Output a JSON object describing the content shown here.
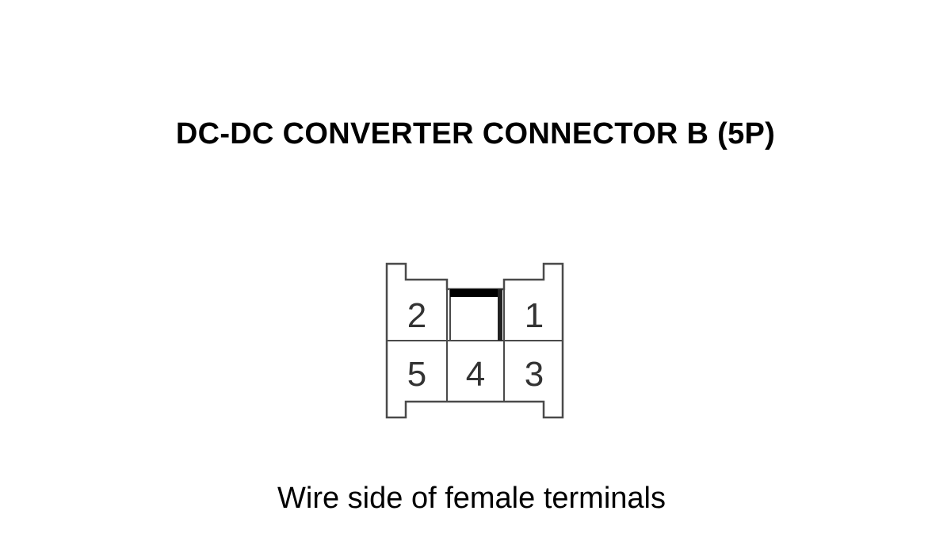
{
  "title": "DC-DC CONVERTER CONNECTOR B (5P)",
  "caption": "Wire side of female terminals",
  "connector": {
    "top_row": [
      "2",
      "",
      "1"
    ],
    "bottom_row": [
      "5",
      "4",
      "3"
    ]
  },
  "colors": {
    "line": "#4a4a4a",
    "lock_tab": "#000000",
    "text": "#000000"
  }
}
